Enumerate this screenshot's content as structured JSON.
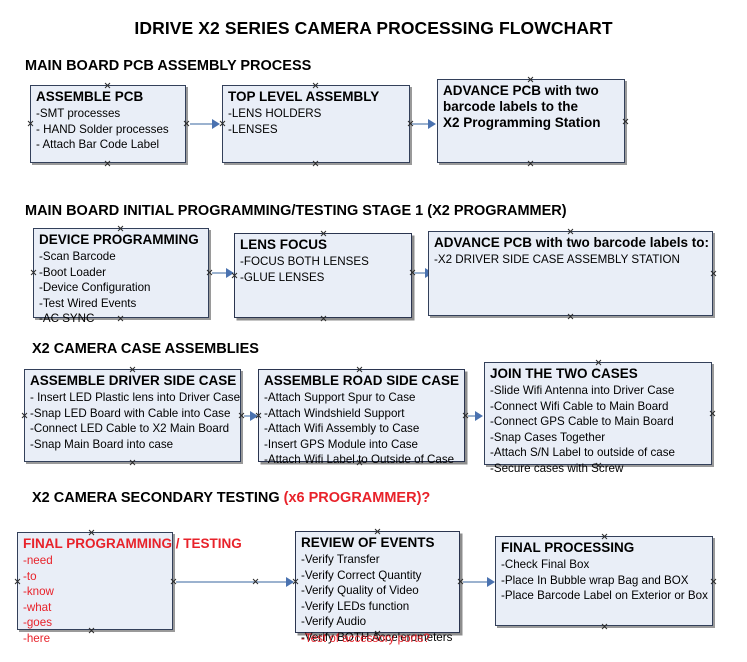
{
  "document": {
    "title": "IDRIVE X2  SERIES CAMERA PROCESSING FLOWCHART"
  },
  "sections": [
    {
      "id": "main-board-pcb-assembly",
      "header": "MAIN BOARD PCB ASSEMBLY PROCESS",
      "header_accent": "",
      "boxes": [
        {
          "id": "assemble-pcb",
          "title": "ASSEMBLE PCB",
          "lines": [
            "-SMT processes",
            "- HAND Solder processes",
            "- Attach Bar Code Label"
          ],
          "color": "black"
        },
        {
          "id": "top-level-assembly",
          "title": "TOP LEVEL ASSEMBLY",
          "lines": [
            "-LENS HOLDERS",
            "-LENSES"
          ],
          "color": "black"
        },
        {
          "id": "advance-pcb-to-programming-station",
          "title": "ADVANCE PCB with two",
          "lines": [
            "barcode labels to the",
            " X2 Programming Station"
          ],
          "color": "black",
          "all_bold": true
        }
      ]
    },
    {
      "id": "main-board-initial-programming",
      "header": "MAIN BOARD INITIAL PROGRAMMING/TESTING STAGE 1 (X2 PROGRAMMER)",
      "header_accent": "",
      "boxes": [
        {
          "id": "device-programming",
          "title": "DEVICE PROGRAMMING",
          "lines": [
            "-Scan Barcode",
            "-Boot Loader",
            "-Device Configuration",
            "-Test Wired Events",
            "-AC SYNC"
          ],
          "color": "black"
        },
        {
          "id": "lens-focus",
          "title": "LENS FOCUS",
          "lines": [
            "-FOCUS BOTH LENSES",
            "-GLUE LENSES"
          ],
          "color": "black"
        },
        {
          "id": "advance-pcb-to-driver-side-case",
          "title": "ADVANCE PCB with two barcode labels to:",
          "lines": [
            "-X2 DRIVER  SIDE  CASE  ASSEMBLY STATION"
          ],
          "color": "black"
        }
      ]
    },
    {
      "id": "x2-camera-case-assemblies",
      "header": "X2 CAMERA CASE ASSEMBLIES",
      "header_accent": "",
      "boxes": [
        {
          "id": "assemble-driver-side-case",
          "title": "ASSEMBLE DRIVER SIDE CASE",
          "lines": [
            "- Insert LED Plastic lens into Driver Case",
            "-Snap LED Board with Cable into Case",
            "-Connect LED Cable to X2 Main Board",
            "-Snap Main Board into case"
          ],
          "color": "black"
        },
        {
          "id": "assemble-road-side-case",
          "title": "ASSEMBLE ROAD SIDE CASE",
          "lines": [
            "-Attach Support Spur to Case",
            "-Attach Windshield Support",
            "-Attach Wifi Assembly to Case",
            "-Insert GPS Module into Case",
            "-Attach Wifi Label to Outside of Case"
          ],
          "color": "black"
        },
        {
          "id": "join-the-two-cases",
          "title": "JOIN THE TWO CASES",
          "lines": [
            "-Slide Wifi Antenna into Driver Case",
            "-Connect Wifi Cable to Main Board",
            "-Connect GPS Cable to Main Board",
            "-Snap Cases Together",
            "-Attach S/N Label to outside of case",
            "-Secure cases with Screw"
          ],
          "color": "black"
        }
      ]
    },
    {
      "id": "x2-camera-secondary-testing",
      "header": "X2 CAMERA SECONDARY TESTING ",
      "header_accent": "(x6 PROGRAMMER)?",
      "boxes": [
        {
          "id": "final-programming-testing",
          "title": "FINAL PROGRAMMING / TESTING",
          "lines": [
            "-need",
            "-to",
            "-know",
            "-what",
            "-goes",
            "-here"
          ],
          "color": "red"
        },
        {
          "id": "review-of-events",
          "title": "REVIEW OF EVENTS",
          "lines": [
            "-Verify Transfer",
            "-Verify Correct Quantity",
            "-Verify Quality of Video",
            "-Verify LEDs function",
            "-Verify Audio",
            "-Verify BOTH Accelerometers"
          ],
          "overflow_line": "-Test of accessory ports?",
          "color": "red"
        },
        {
          "id": "final-processing",
          "title": "FINAL PROCESSING",
          "lines": [
            " -Check Final Box",
            "-Place In Bubble wrap Bag and BOX",
            "-Place Barcode Label on Exterior or Box"
          ],
          "color": "black"
        }
      ]
    }
  ],
  "colors": {
    "box_fill": "#e9eef7",
    "box_border": "#33405a",
    "connector": "#9bb2cf",
    "arrowhead": "#4a72b0",
    "accent_red": "#e8222a",
    "text": "#000000"
  }
}
